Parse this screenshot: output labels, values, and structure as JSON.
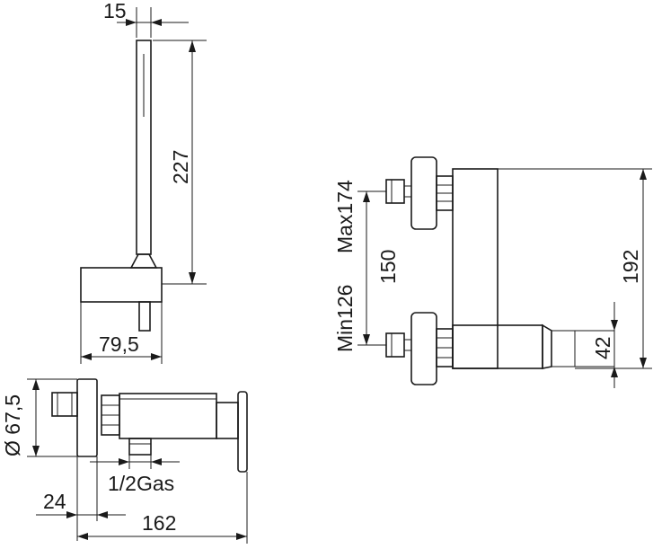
{
  "dimensions": {
    "hose_width": "15",
    "hose_length": "227",
    "bracket_width": "79,5",
    "min_label": "Min126",
    "max_label": "Max174",
    "centers": "150",
    "body_height": "192",
    "handle_height": "42",
    "rosette_diameter": "Ø 67,5",
    "connection": "1/2Gas",
    "wall_offset": "24",
    "total_depth": "162"
  }
}
